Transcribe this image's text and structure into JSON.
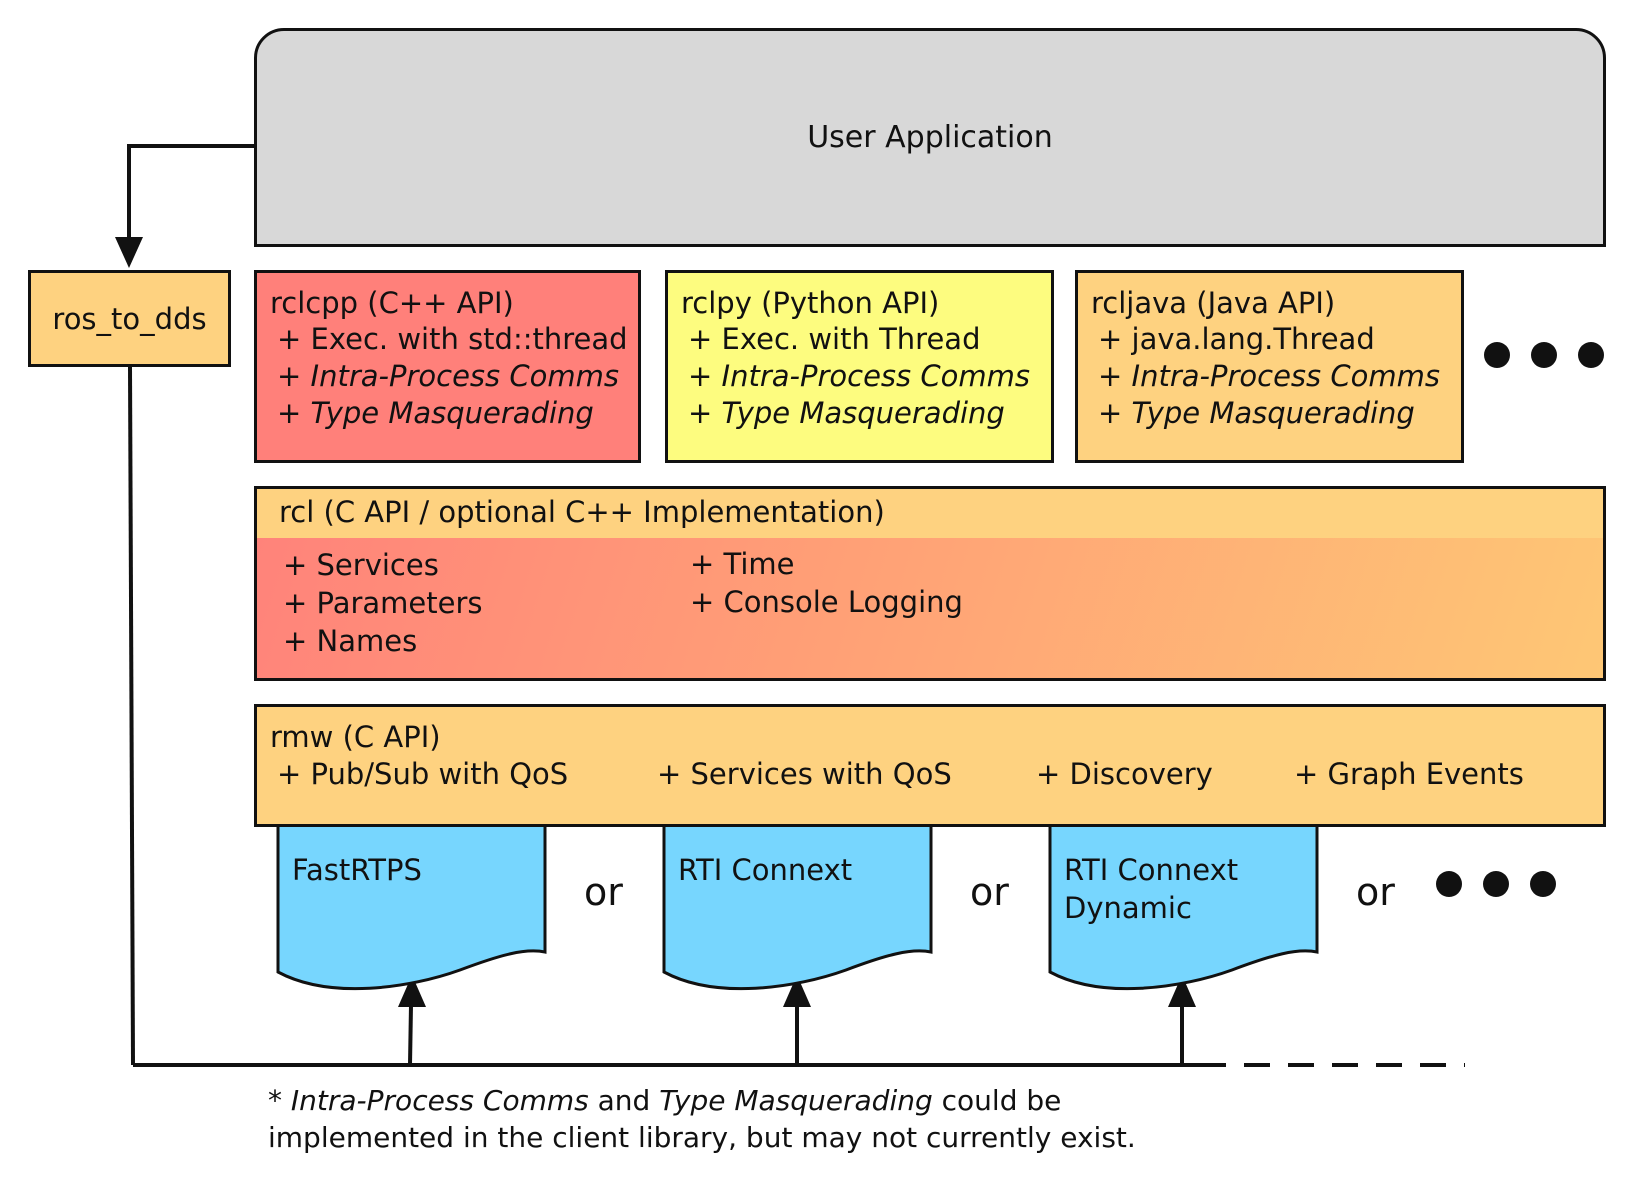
{
  "user_application": {
    "label": "User Application"
  },
  "ros_to_dds": {
    "label": "ros_to_dds"
  },
  "client_libraries": [
    {
      "title": "rclcpp (C++ API)",
      "items": [
        "+ Exec. with std::thread",
        "+ ",
        "Intra-Process Comms",
        "+ ",
        "Type Masquerading"
      ],
      "color": "#ff807a"
    },
    {
      "title": "rclpy (Python API)",
      "items": [
        "+ Exec. with Thread",
        "+ ",
        "Intra-Process Comms",
        "+ ",
        "Type Masquerading"
      ],
      "color": "#fdfc7f"
    },
    {
      "title": "rcljava (Java API)",
      "items": [
        "+ java.lang.Thread",
        "+ ",
        "Intra-Process Comms",
        "+ ",
        "Type Masquerading"
      ],
      "color": "#fed280"
    }
  ],
  "rcl": {
    "title": "rcl (C API / optional C++ Implementation)",
    "features_left": [
      "+ Services",
      "+ Parameters",
      "+ Names"
    ],
    "features_right": [
      "+ Time",
      "+ Console Logging"
    ]
  },
  "rmw": {
    "title": "rmw (C API)",
    "features": [
      "+ Pub/Sub with QoS",
      "+ Services with QoS",
      "+ Discovery",
      "+ Graph Events"
    ]
  },
  "implementations": [
    {
      "lines": [
        "FastRTPS"
      ]
    },
    {
      "lines": [
        "RTI Connext"
      ]
    },
    {
      "lines": [
        "RTI Connext",
        "Dynamic"
      ]
    }
  ],
  "or_label": "or",
  "footnote": {
    "prefix": "* ",
    "italic_1": "Intra-Process Comms",
    "middle": " and ",
    "italic_2": "Type Masquerading",
    "suffix": " could be",
    "line2": "implemented in the client library, but may not currently exist."
  },
  "colors": {
    "user_app": "#d8d8d8",
    "orange": "#fed280",
    "red": "#ff807a",
    "yellow": "#fdfc7f",
    "blue": "#77d6fe"
  }
}
